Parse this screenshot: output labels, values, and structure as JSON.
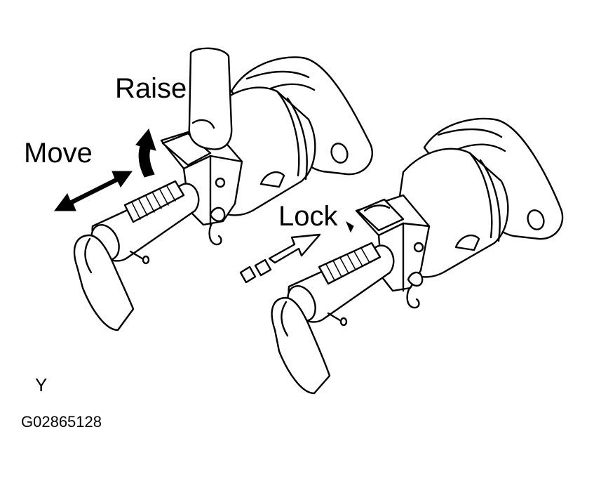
{
  "labels": {
    "raise": "Raise",
    "move": "Move",
    "lock": "Lock",
    "view": "Y",
    "figure_code": "G02865128"
  },
  "colors": {
    "line": "#000000",
    "background": "#ffffff"
  }
}
